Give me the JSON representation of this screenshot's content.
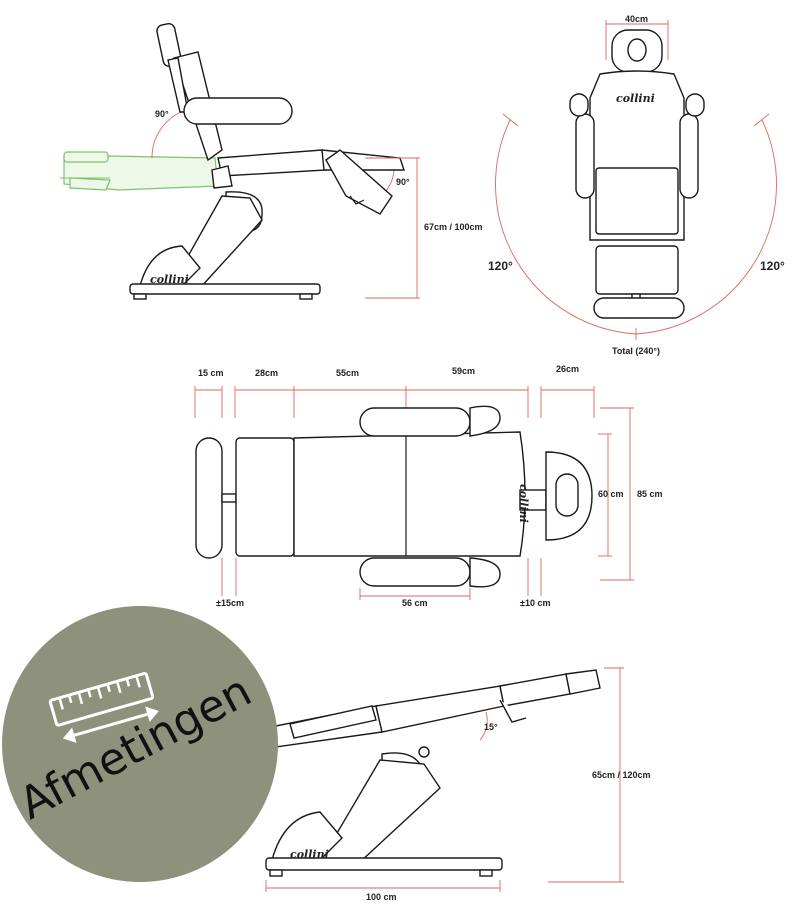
{
  "colors": {
    "dimension_line": "#e4655a",
    "outline": "#1a1a1a",
    "recline_ghost": "#7cc36a",
    "badge_fill": "#8e917c"
  },
  "brand": "collini",
  "side_view": {
    "backrest_angle": "90°",
    "leg_angle": "90°",
    "height_range": "67cm / 100cm"
  },
  "front_view": {
    "headrest_width": "40cm",
    "rotation_left": "120°",
    "rotation_right": "120°",
    "total_rotation": "Total (240°)"
  },
  "top_view": {
    "footrest": "15 cm",
    "leg_section": "28cm",
    "seat_section": "55cm",
    "back_section": "59cm",
    "headrest_length": "26cm",
    "footrest_gap": "±15cm",
    "armrest_span": "56 cm",
    "headrest_gap": "±10 cm",
    "headrest_width": "60 cm",
    "overall_width": "85 cm"
  },
  "flat_view": {
    "tilt_angle": "15°",
    "height_range": "65cm / 120cm",
    "length": "100 cm"
  },
  "badge": {
    "label": "Afmetingen",
    "icon": "ruler-icon"
  }
}
